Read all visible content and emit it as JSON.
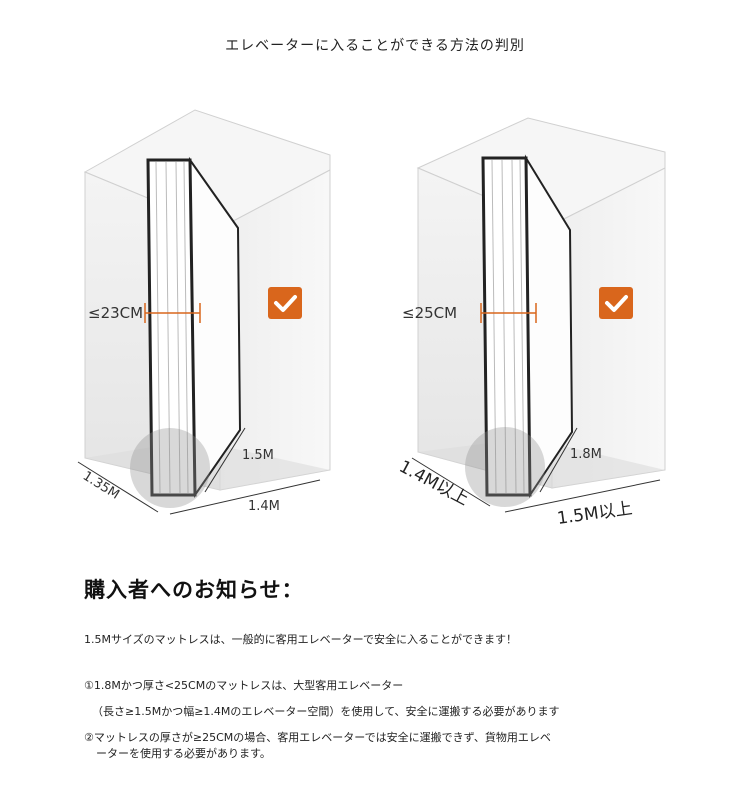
{
  "header": {
    "title": "エレベーターに入ることができる方法の判別"
  },
  "left": {
    "thickness": "≤23CM",
    "height_label": "1.5M",
    "width_label": "1.4M",
    "depth_label": "1.35M"
  },
  "right": {
    "thickness": "≤25CM",
    "height_label": "1.8M",
    "width_label": "1.5M以上",
    "depth_label": "1.4M以上"
  },
  "notice": {
    "title": "購入者へのお知らせ：",
    "line1": "1.5Mサイズのマットレスは、一般的に客用エレベーターで安全に入ることができます！",
    "line2": "①1.8Mかつ厚さ<25CMのマットレスは、大型客用エレベーター",
    "line3": "（長さ≥1.5Mかつ幅≥1.4Mのエレベーター空間）を使用して、安全に運搬する必要があります",
    "line4": "②マットレスの厚さが≥25CMの場合、客用エレベーターでは安全に運搬できず、貨物用エレベ",
    "line5": "ーターを使用する必要があります。"
  },
  "colors": {
    "check": "#d9661c",
    "measure": "#d9661c"
  }
}
